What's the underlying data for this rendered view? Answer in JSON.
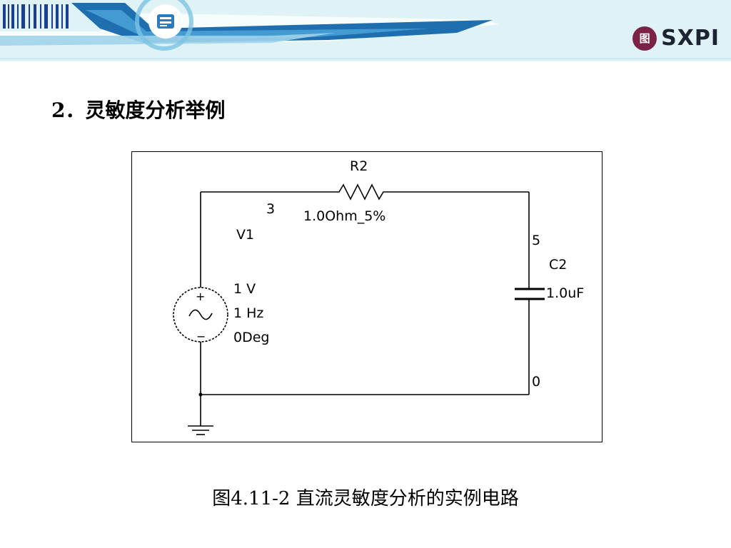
{
  "header": {
    "brand": "SXPI",
    "brand_mark": "图"
  },
  "slide": {
    "heading": "2．灵敏度分析举例",
    "caption": "图4.11-2  直流灵敏度分析的实例电路"
  },
  "circuit": {
    "resistor_name": "R2",
    "resistor_value": "1.0Ohm_5%",
    "source_name": "V1",
    "source_amplitude": "1 V",
    "source_frequency": "1 Hz",
    "source_phase": "0Deg",
    "source_plus": "+",
    "source_minus": "−",
    "capacitor_name": "C2",
    "capacitor_value": "1.0uF",
    "node_left": "3",
    "node_right": "5",
    "node_ground": "0"
  }
}
